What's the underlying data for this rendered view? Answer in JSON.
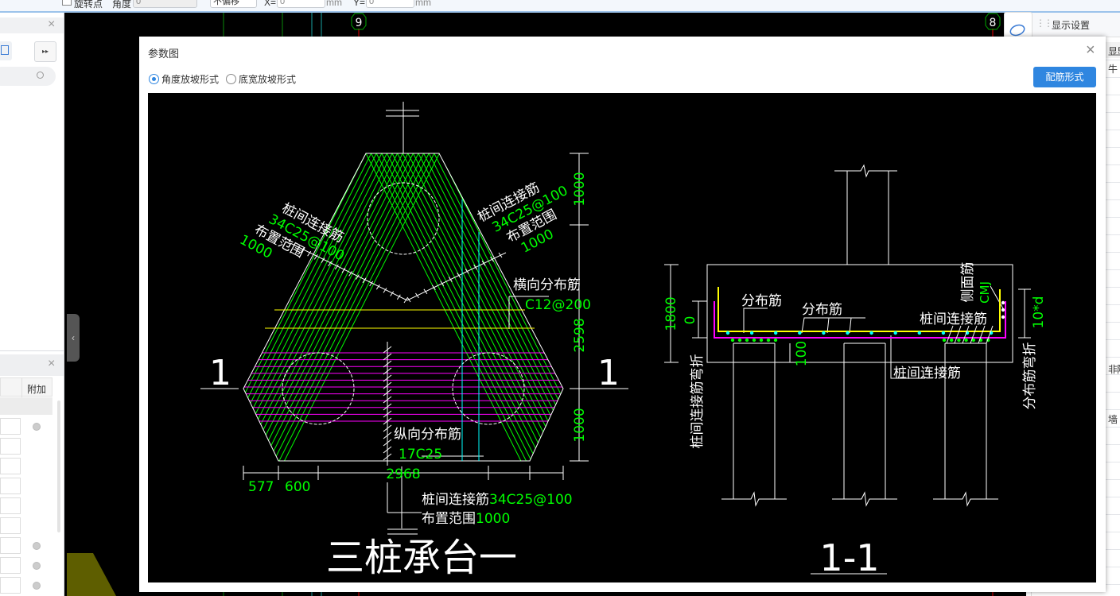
{
  "toolbar": {
    "rotate_point_label": "旋转点",
    "angle_label": "角度",
    "angle_value": "0",
    "offset_mode": "不偏移",
    "x_label": "X=",
    "x_value": "0",
    "y_label": "Y=",
    "y_value": "0",
    "unit": "mm"
  },
  "left_panel": {
    "column_header": "附加"
  },
  "canvas": {
    "axis_labels": [
      "9",
      "8"
    ]
  },
  "right_panel": {
    "title": "显示设置",
    "partial_items": [
      "显显",
      "牛",
      "非附",
      "墙"
    ]
  },
  "dialog": {
    "title": "参数图",
    "radio_options": [
      {
        "label": "角度放坡形式",
        "selected": true
      },
      {
        "label": "底宽放坡形式",
        "selected": false
      }
    ],
    "button_label": "配筋形式"
  },
  "plan_view": {
    "title": "三桩承台一",
    "section_mark": "1",
    "left_note": {
      "name": "桩间连接筋",
      "spec": "34C25@100",
      "range_label": "布置范围",
      "range": "1000"
    },
    "right_note": {
      "name": "桩间连接筋",
      "spec": "34C25@100",
      "range_label": "布置范围",
      "range": "1000"
    },
    "bottom_note": {
      "name": "桩间连接筋",
      "spec": "34C25@100",
      "range_label": "布置范围",
      "range": "1000"
    },
    "transverse": {
      "name": "横向分布筋",
      "spec": "C12@200"
    },
    "longitudinal": {
      "name": "纵向分布筋",
      "spec": "17C25"
    },
    "dims_vertical": [
      "1000",
      "2598",
      "1000"
    ],
    "dims_horizontal": {
      "a": "577",
      "b": "600",
      "total": "2968"
    }
  },
  "section_view": {
    "title": "1-1",
    "dist_bar_1": "分布筋",
    "dist_bar_2": "分布筋",
    "link_bar_top": "桩间连接筋",
    "link_bar_bottom": "桩间连接筋",
    "side_bar": "侧面筋",
    "side_bar_code": "CMJ",
    "link_bend": "桩间连接筋弯折",
    "dist_bend": "分布筋弯折",
    "dim_height": "1800",
    "dim_zero": "0",
    "dim_cover": "100",
    "dim_bend": "10*d"
  },
  "colors": {
    "accent": "#2f86e0",
    "green": "#00ff00",
    "magenta": "#ff00ff",
    "yellow": "#ffff00",
    "cyan": "#00ffff"
  }
}
